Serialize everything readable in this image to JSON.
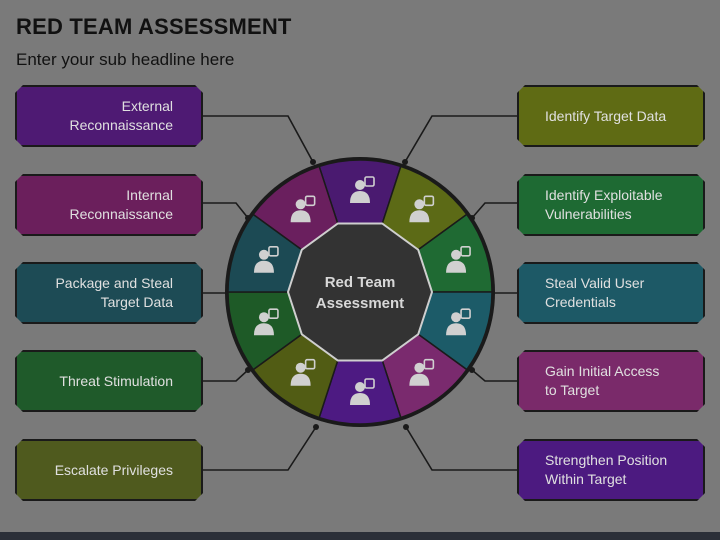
{
  "header": {
    "title": "RED TEAM ASSESSMENT",
    "subtitle": "Enter your sub headline here"
  },
  "center": {
    "label_line1": "Red Team",
    "label_line2": "Assessment",
    "color": "#333333"
  },
  "left_steps": [
    {
      "label": "External\nReconnaissance",
      "color": "#4e1a73"
    },
    {
      "label": "Internal\nReconnaissance",
      "color": "#6b1f5c"
    },
    {
      "label": "Package and Steal\nTarget Data",
      "color": "#1d4b55"
    },
    {
      "label": "Threat Stimulation",
      "color": "#1f5a2a"
    },
    {
      "label": "Escalate Privileges",
      "color": "#4f5a1e"
    }
  ],
  "right_steps": [
    {
      "label": "Identify Target Data",
      "color": "#5f6b14"
    },
    {
      "label": "Identify Exploitable\nVulnerabilities",
      "color": "#1e6a33"
    },
    {
      "label": "Steal Valid User\nCredentials",
      "color": "#1d5966"
    },
    {
      "label": "Gain Initial Access\nto Target",
      "color": "#7a2a6a"
    },
    {
      "label": "Strengthen Position\nWithin Target",
      "color": "#4c1a80"
    }
  ],
  "wheel_segments": [
    {
      "color": "#4a1a70",
      "icon": "network-lock-icon"
    },
    {
      "color": "#5c6a16",
      "icon": "target-person-icon"
    },
    {
      "color": "#1f6a33",
      "icon": "web-search-icon"
    },
    {
      "color": "#1c5b68",
      "icon": "id-card-icon"
    },
    {
      "color": "#7a2a6e",
      "icon": "hourglass-person-icon"
    },
    {
      "color": "#4d1a82",
      "icon": "person-target-icon"
    },
    {
      "color": "#515c14",
      "icon": "growth-chart-icon"
    },
    {
      "color": "#1e5a27",
      "icon": "wrench-lock-icon"
    },
    {
      "color": "#1c4a54",
      "icon": "door-thief-icon"
    },
    {
      "color": "#6a1f5e",
      "icon": "binoculars-person-icon"
    }
  ]
}
